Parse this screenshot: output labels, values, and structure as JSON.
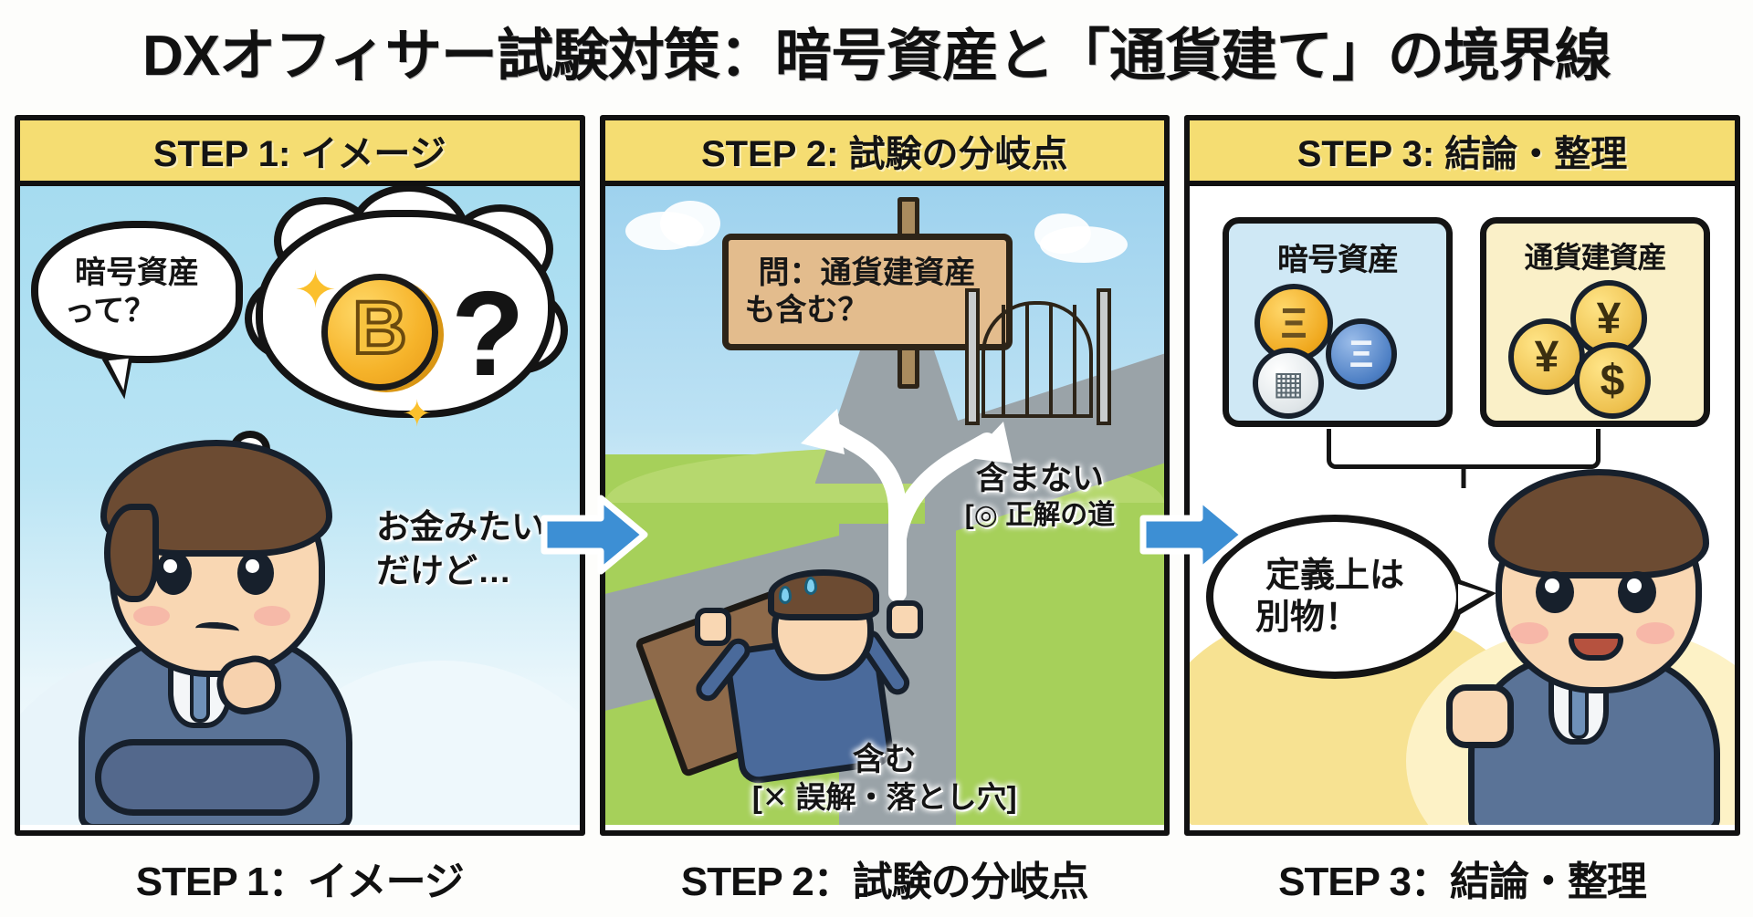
{
  "title": "DXオフィサー試験対策：暗号資産と「通貨建て」の境界線",
  "colors": {
    "header_yellow": "#f5dd72",
    "outline_black": "#141414",
    "arrow_blue": "#3d8fd4",
    "crypto_card_bg": "#cfe8f5",
    "fiat_card_bg": "#faf0c8",
    "grass_green": "#a6d05a",
    "road_gray": "#9aa3a8",
    "sign_brown": "#e3bc8d"
  },
  "panels": [
    {
      "id": "step1",
      "header": "STEP 1: イメージ",
      "caption": "STEP 1：イメージ",
      "speech_bubble": {
        "line1": "暗号資産",
        "line2": "って？"
      },
      "thought_bubble": {
        "coin_icon": "bitcoin-coin",
        "coin_symbol": "B",
        "question_mark": "?",
        "sparkle_icon": "sparkle"
      },
      "note": {
        "line1": "お金みたい",
        "line2": "だけど…"
      },
      "character": "confused-businessman"
    },
    {
      "id": "step2",
      "header": "STEP 2: 試験の分岐点",
      "caption": "STEP 2：試験の分岐点",
      "signboard": {
        "line1": "問：通貨建資産",
        "line2": "も含む？"
      },
      "path_correct": {
        "label": "含まない",
        "note": "[◎ 正解の道"
      },
      "path_wrong": {
        "label": "含む",
        "note": "[✕ 誤解・落とし穴]"
      },
      "gate_icon": "gate",
      "character": "falling-into-pit-businessman"
    },
    {
      "id": "step3",
      "header": "STEP 3: 結論・整理",
      "caption": "STEP 3：結論・整理",
      "cards": [
        {
          "label": "暗号資産",
          "coins": [
            "Ξ",
            "Ξ",
            "▦"
          ]
        },
        {
          "label": "通貨建資産",
          "coins": [
            "¥",
            "¥",
            "$"
          ]
        }
      ],
      "speech_bubble": {
        "line1": "定義上は",
        "line2": "別物！"
      },
      "character": "confident-businessman"
    }
  ],
  "arrows": [
    {
      "name": "arrow-step1-to-step2",
      "direction": "right"
    },
    {
      "name": "arrow-step2-to-step3",
      "direction": "right"
    }
  ]
}
